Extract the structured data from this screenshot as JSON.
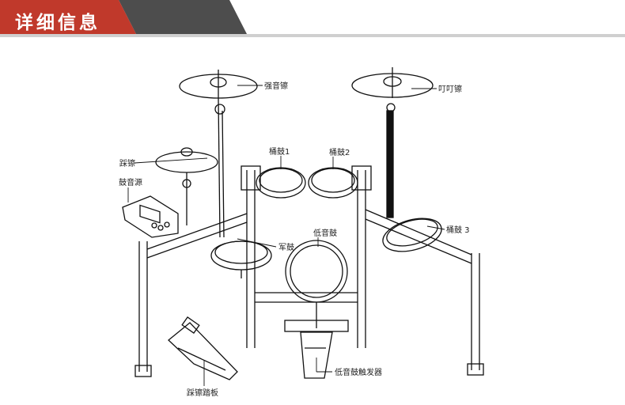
{
  "header": {
    "title": "详细信息"
  },
  "labels": {
    "crash": "强音镲",
    "ride": "叮叮镲",
    "hihat": "踩镲",
    "module": "鼓音源",
    "tom1": "桶鼓1",
    "tom2": "桶鼓2",
    "tom3": "桶鼓 3",
    "snare": "军鼓",
    "kick": "低音鼓",
    "kick_pedal": "低音鼓触发器",
    "hihat_pedal": "踩镲踏板"
  },
  "colors": {
    "header_bar": "#c0392b",
    "header_dark": "#5a5a5a",
    "header_line": "#bdbdbd"
  }
}
